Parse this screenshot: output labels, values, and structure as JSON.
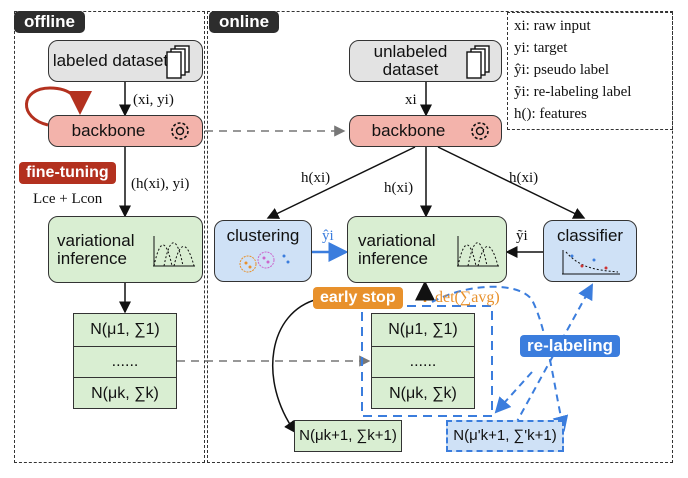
{
  "regions": {
    "offline": "offline",
    "online": "online"
  },
  "legend": [
    "xi: raw input",
    "yi: target",
    "ŷi: pseudo label",
    "ỹi: re-labeling label",
    "h(): features"
  ],
  "offline": {
    "labeled_dataset": "labeled dataset",
    "edge_xy": "(xi, yi)",
    "backbone": "backbone",
    "fine_tuning": "fine-tuning",
    "loss": "Lce + Lcon",
    "edge_hxy": "(h(xi), yi)",
    "vi": "variational inference",
    "rows": [
      "N(μ1, ∑1)",
      "......",
      "N(μk, ∑k)"
    ]
  },
  "online": {
    "unlabeled_dataset": "unlabeled dataset",
    "edge_x": "xi",
    "backbone": "backbone",
    "h_left": "h(xi)",
    "h_mid": "h(xi)",
    "h_right": "h(xi)",
    "clustering": "clustering",
    "vi": "variational inference",
    "classifier": "classifier",
    "pseudo": "ŷi",
    "relabel_label": "ỹi",
    "early_stop": "early stop",
    "det": "det(∑avg)",
    "rows": [
      "N(μ1, ∑1)",
      "......",
      "N(μk, ∑k)"
    ],
    "new_left": "N(μk+1, ∑k+1)",
    "new_right": "N(μ'k+1, ∑'k+1)",
    "relabeling": "re-labeling"
  },
  "colors": {
    "backbone": "#f3b3ab",
    "fine_tuning": "#b3311f",
    "early_stop": "#e8912c",
    "relabeling": "#3b7ddd"
  }
}
